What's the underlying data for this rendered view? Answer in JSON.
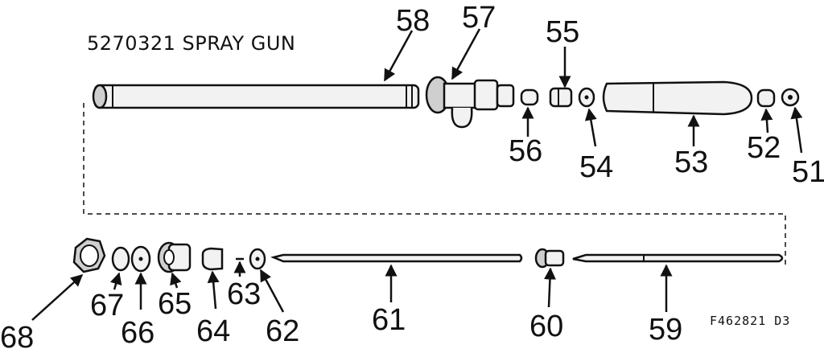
{
  "title": "5270321 SPRAY GUN",
  "figure_code": "F462821 D3",
  "colors": {
    "ink": "#111111",
    "paper": "#ffffff",
    "shade": "#cfcfcf"
  },
  "callouts": [
    {
      "key": "51",
      "label": "51"
    },
    {
      "key": "52",
      "label": "52"
    },
    {
      "key": "53",
      "label": "53"
    },
    {
      "key": "54",
      "label": "54"
    },
    {
      "key": "55",
      "label": "55"
    },
    {
      "key": "56",
      "label": "56"
    },
    {
      "key": "57",
      "label": "57"
    },
    {
      "key": "58",
      "label": "58"
    },
    {
      "key": "59",
      "label": "59"
    },
    {
      "key": "60",
      "label": "60"
    },
    {
      "key": "61",
      "label": "61"
    },
    {
      "key": "62",
      "label": "62"
    },
    {
      "key": "63",
      "label": "63"
    },
    {
      "key": "64",
      "label": "64"
    },
    {
      "key": "65",
      "label": "65"
    },
    {
      "key": "66",
      "label": "66"
    },
    {
      "key": "67",
      "label": "67"
    },
    {
      "key": "68",
      "label": "68"
    }
  ]
}
